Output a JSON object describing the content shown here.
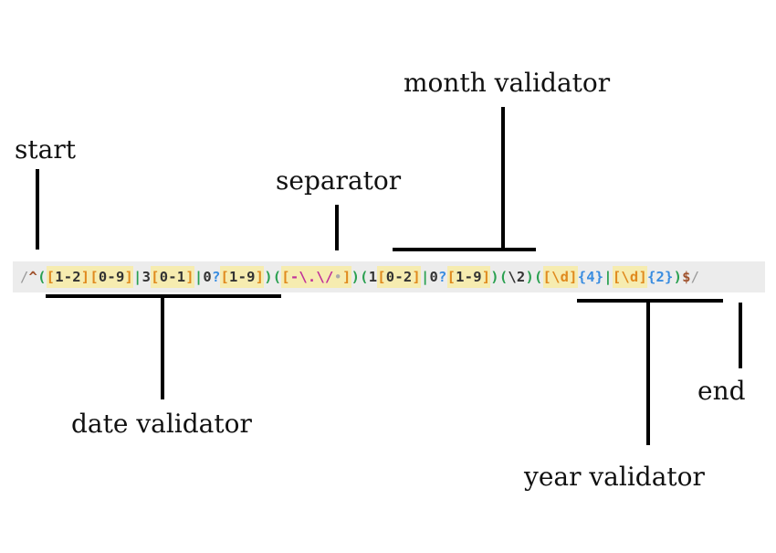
{
  "labels": {
    "start": "start",
    "separator": "separator",
    "month": "month validator",
    "date": "date validator",
    "year": "year validator",
    "end": "end"
  },
  "regex_tokens": [
    {
      "t": "/",
      "c": "slash"
    },
    {
      "t": "^",
      "c": "anchor"
    },
    {
      "t": "(",
      "c": "group"
    },
    {
      "t": "[",
      "c": "class"
    },
    {
      "t": "1-2",
      "c": "inner"
    },
    {
      "t": "]",
      "c": "class"
    },
    {
      "t": "[",
      "c": "class"
    },
    {
      "t": "0-9",
      "c": "inner"
    },
    {
      "t": "]",
      "c": "class"
    },
    {
      "t": "|",
      "c": "alt"
    },
    {
      "t": "3",
      "c": "lit"
    },
    {
      "t": "[",
      "c": "class"
    },
    {
      "t": "0-1",
      "c": "inner"
    },
    {
      "t": "]",
      "c": "class"
    },
    {
      "t": "|",
      "c": "alt"
    },
    {
      "t": "0",
      "c": "lit"
    },
    {
      "t": "?",
      "c": "quant"
    },
    {
      "t": "[",
      "c": "class"
    },
    {
      "t": "1-9",
      "c": "inner"
    },
    {
      "t": "]",
      "c": "class"
    },
    {
      "t": ")",
      "c": "group"
    },
    {
      "t": "(",
      "c": "group"
    },
    {
      "t": "[",
      "c": "class"
    },
    {
      "t": "-\\.\\/",
      "c": "esc"
    },
    {
      "t": "•",
      "c": "dot"
    },
    {
      "t": "]",
      "c": "class"
    },
    {
      "t": ")",
      "c": "group"
    },
    {
      "t": "(",
      "c": "group"
    },
    {
      "t": "1",
      "c": "lit"
    },
    {
      "t": "[",
      "c": "class"
    },
    {
      "t": "0-2",
      "c": "inner"
    },
    {
      "t": "]",
      "c": "class"
    },
    {
      "t": "|",
      "c": "alt"
    },
    {
      "t": "0",
      "c": "lit"
    },
    {
      "t": "?",
      "c": "quant"
    },
    {
      "t": "[",
      "c": "class"
    },
    {
      "t": "1-9",
      "c": "inner"
    },
    {
      "t": "]",
      "c": "class"
    },
    {
      "t": ")",
      "c": "group"
    },
    {
      "t": "(",
      "c": "group"
    },
    {
      "t": "\\2",
      "c": "lit"
    },
    {
      "t": ")",
      "c": "group"
    },
    {
      "t": "(",
      "c": "group"
    },
    {
      "t": "[\\d]",
      "c": "class"
    },
    {
      "t": "{4}",
      "c": "quant"
    },
    {
      "t": "|",
      "c": "alt"
    },
    {
      "t": "[\\d]",
      "c": "class"
    },
    {
      "t": "{2}",
      "c": "quant"
    },
    {
      "t": ")",
      "c": "group"
    },
    {
      "t": "$",
      "c": "anchor"
    },
    {
      "t": "/",
      "c": "slash"
    }
  ]
}
